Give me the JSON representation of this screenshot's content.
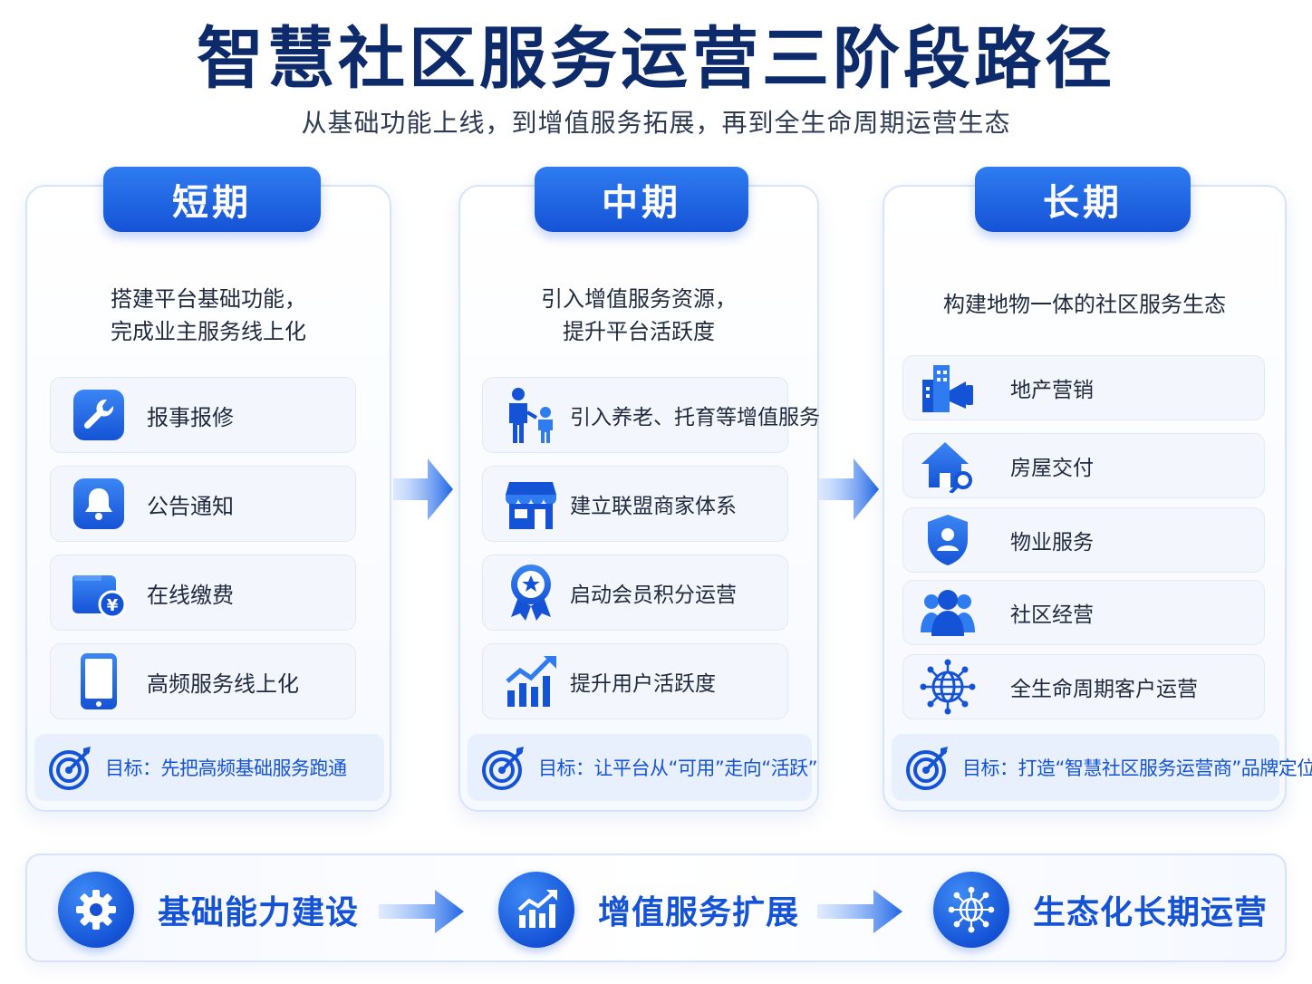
{
  "title": "智慧社区服务运营三阶段路径",
  "subtitle": "从基础功能上线，到增值服务拓展，再到全生命周期运营生态",
  "colors": {
    "primary": "#1553d6",
    "dark_title": "#0d2a6b",
    "card_border": "#d7e3fb"
  },
  "phases": [
    {
      "tab": "短期",
      "desc_line1": "搭建平台基础功能，",
      "desc_line2": "完成业主服务线上化",
      "items": [
        {
          "icon": "wrench-icon",
          "label": "报事报修"
        },
        {
          "icon": "bell-icon",
          "label": "公告通知"
        },
        {
          "icon": "wallet-icon",
          "label": "在线缴费"
        },
        {
          "icon": "phone-icon",
          "label": "高频服务线上化"
        }
      ],
      "goal": "目标：先把高频基础服务跑通"
    },
    {
      "tab": "中期",
      "desc_line1": "引入增值服务资源，",
      "desc_line2": "提升平台活跃度",
      "items": [
        {
          "icon": "elder-child-icon",
          "label": "引入养老、托育等增值服务"
        },
        {
          "icon": "store-icon",
          "label": "建立联盟商家体系"
        },
        {
          "icon": "badge-icon",
          "label": "启动会员积分运营"
        },
        {
          "icon": "growth-chart-icon",
          "label": "提升用户活跃度"
        }
      ],
      "goal": "目标：让平台从“可用”走向“活跃”"
    },
    {
      "tab": "长期",
      "desc_line1": "构建地物一体的社区服务生态",
      "items": [
        {
          "icon": "building-megaphone-icon",
          "label": "地产营销"
        },
        {
          "icon": "house-key-icon",
          "label": "房屋交付"
        },
        {
          "icon": "shield-user-icon",
          "label": "物业服务"
        },
        {
          "icon": "people-icon",
          "label": "社区经营"
        },
        {
          "icon": "globe-network-icon",
          "label": "全生命周期客户运营"
        }
      ],
      "goal": "目标：打造“智慧社区服务运营商”品牌定位"
    }
  ],
  "bottom_stages": [
    {
      "icon": "gear-icon",
      "label": "基础能力建设"
    },
    {
      "icon": "growth-chart-icon",
      "label": "增值服务扩展"
    },
    {
      "icon": "globe-network-icon",
      "label": "生态化长期运营"
    }
  ]
}
